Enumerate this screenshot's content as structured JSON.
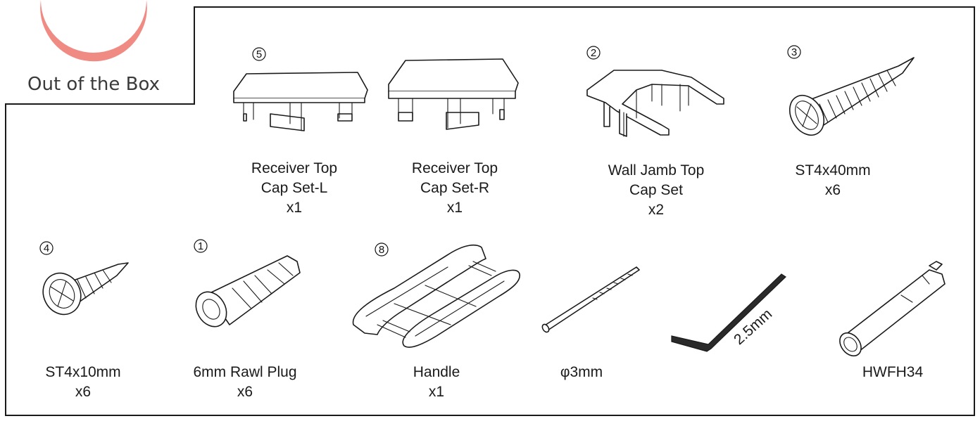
{
  "header": {
    "title": "Out of the Box",
    "logo_color": "#f08b84",
    "logo_icon": "open-box-icon"
  },
  "items": [
    {
      "id": "receiver-top-cap-l",
      "number": "5",
      "lines": [
        "Receiver Top",
        "Cap Set-L",
        "x1"
      ]
    },
    {
      "id": "receiver-top-cap-r",
      "number": "",
      "lines": [
        "Receiver Top",
        "Cap Set-R",
        "x1"
      ]
    },
    {
      "id": "wall-jamb-top-cap",
      "number": "2",
      "lines": [
        "Wall Jamb Top",
        "Cap Set",
        "x2"
      ]
    },
    {
      "id": "screw-st4x40",
      "number": "3",
      "lines": [
        "ST4x40mm",
        "x6"
      ]
    },
    {
      "id": "screw-st4x10",
      "number": "4",
      "lines": [
        "ST4x10mm",
        "x6"
      ]
    },
    {
      "id": "rawl-plug",
      "number": "1",
      "lines": [
        "6mm Rawl Plug",
        "x6"
      ]
    },
    {
      "id": "handle",
      "number": "8",
      "lines": [
        "Handle",
        "x1"
      ]
    },
    {
      "id": "drill-bit",
      "number": "",
      "lines": [
        "φ3mm"
      ]
    },
    {
      "id": "allen-key",
      "number": "",
      "lines": [],
      "part_text": "2.5mm"
    },
    {
      "id": "hwfh34",
      "number": "",
      "lines": [
        "HWFH34"
      ]
    }
  ]
}
